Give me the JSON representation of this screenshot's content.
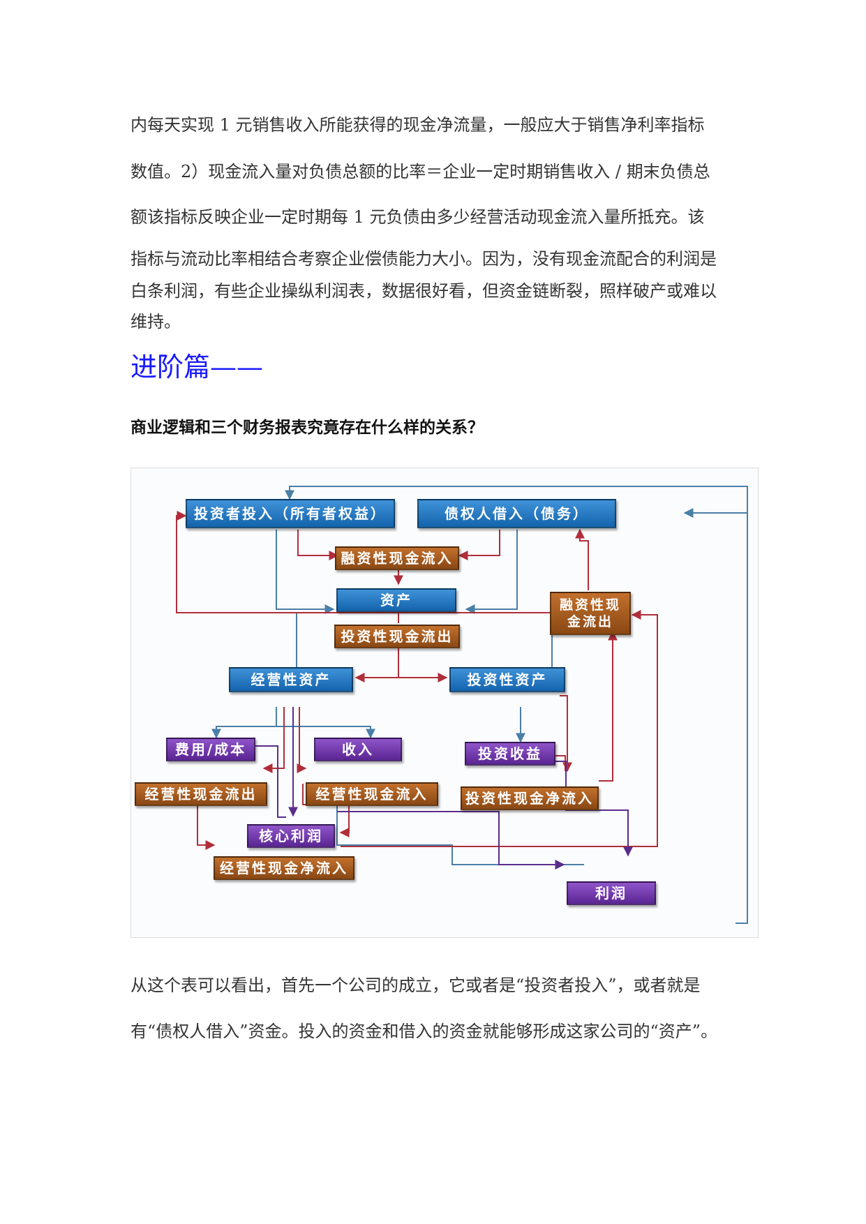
{
  "intro_lines": [
    "内每天实现 1 元销售收入所能获得的现金净流量，一般应大于销售净利率指标",
    "数值。2）现金流入量对负债总额的比率＝企业一定时期销售收入 / 期末负债总",
    "额该指标反映企业一定时期每 1 元负债由多少经营活动现金流入量所抵充。该",
    "指标与流动比率相结合考察企业偿债能力大小。因为，没有现金流配合的利润是",
    "白条利润，有些企业操纵利润表，数据很好看，但资金链断裂，照样破产或难以",
    "维持。"
  ],
  "section_title": "进阶篇——",
  "question": "商业逻辑和三个财务报表究竟存在什么样的关系？",
  "diagram": {
    "nodes": {
      "investor_input": "投资者投入（所有者权益）",
      "creditor_loan": "债权人借入（债务）",
      "financing_inflow": "融资性现金流入",
      "assets": "资产",
      "financing_outflow": "融资性现金流出",
      "investing_outflow": "投资性现金流出",
      "operating_assets": "经营性资产",
      "investing_assets": "投资性资产",
      "expense_cost": "费用/成本",
      "revenue": "收入",
      "investment_income": "投资收益",
      "operating_outflow": "经营性现金流出",
      "operating_inflow": "经营性现金流入",
      "investing_net_inflow": "投资性现金净流入",
      "core_profit": "核心利润",
      "operating_net_inflow": "经营性现金净流入",
      "profit": "利润"
    },
    "colors": {
      "blue_node": "#1f72bf",
      "brown_node": "#a35a1e",
      "purple_node": "#6f34a8",
      "blue_arrow": "#4a7fa6",
      "red_arrow": "#b02e3a",
      "purple_arrow": "#5a2d8c"
    }
  },
  "conclusion_lines": [
    "从这个表可以看出，首先一个公司的成立，它或者是“投资者投入”，或者就是",
    "有“债权人借入”资金。投入的资金和借入的资金就能够形成这家公司的“资产”。"
  ]
}
